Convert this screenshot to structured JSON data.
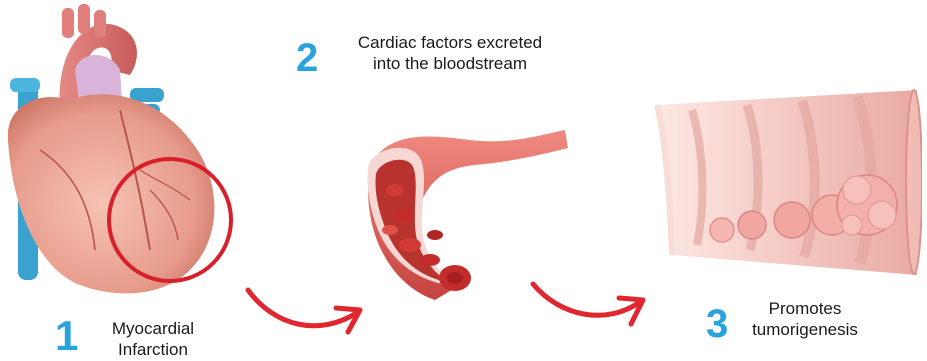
{
  "steps": [
    {
      "number": "1",
      "lines": [
        "Myocardial",
        "Infarction"
      ]
    },
    {
      "number": "2",
      "lines": [
        "Cardiac factors excreted",
        "into the bloodstream"
      ]
    },
    {
      "number": "3",
      "lines": [
        "Promotes",
        "tumorigenesis"
      ]
    }
  ],
  "colors": {
    "step_number": "#29a3dc",
    "arrow": "#e0262e",
    "highlight_circle": "#d8202a",
    "heart": "#e9a394",
    "aorta_vein": "#3aa2cf",
    "vessel": "#d9534f",
    "blood_cell": "#c42c2c",
    "tissue": "#f4c9c3",
    "tumor": "#f2a6a0"
  },
  "icons": {
    "step1": "heart-icon",
    "step2": "blood-vessel-icon",
    "step3": "tissue-tumor-icon",
    "arrows": "curved-arrow-icon"
  }
}
